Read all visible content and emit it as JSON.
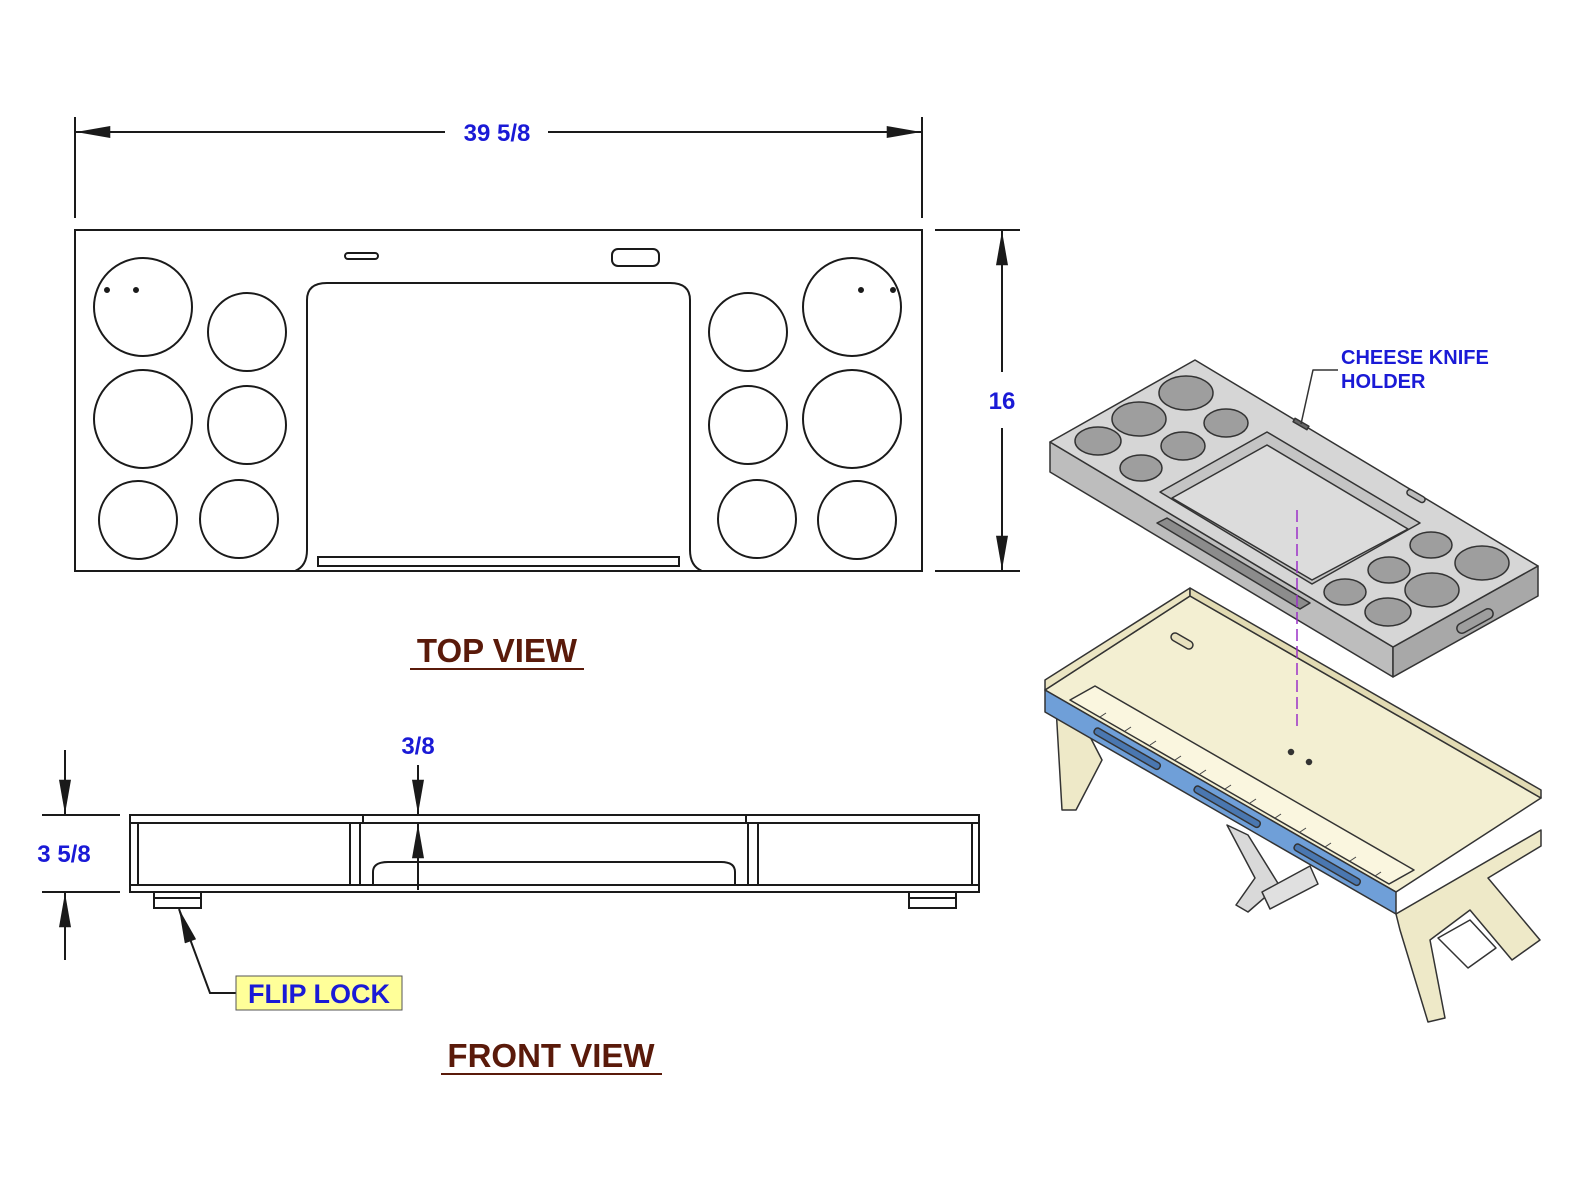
{
  "dimensions": {
    "width": "39 5/8",
    "depth": "16",
    "panel_thickness": "3/8",
    "height": "3 5/8"
  },
  "labels": {
    "top_view": "TOP VIEW",
    "front_view": "FRONT VIEW",
    "flip_lock": "FLIP LOCK",
    "cheese_knife_line1": "CHEESE KNIFE",
    "cheese_knife_line2": "HOLDER"
  },
  "colors": {
    "dimension_text": "#1a1ad6",
    "title_text": "#5a1a0a",
    "callout_text": "#1a1ad6",
    "highlight_fill": "#ffff99",
    "line": "#1a1a1a",
    "tray_fill": "#d6d6d6",
    "board_fill": "#f3efd2",
    "edge_blue": "#6f9fd8",
    "centerline": "#9b30c8"
  }
}
